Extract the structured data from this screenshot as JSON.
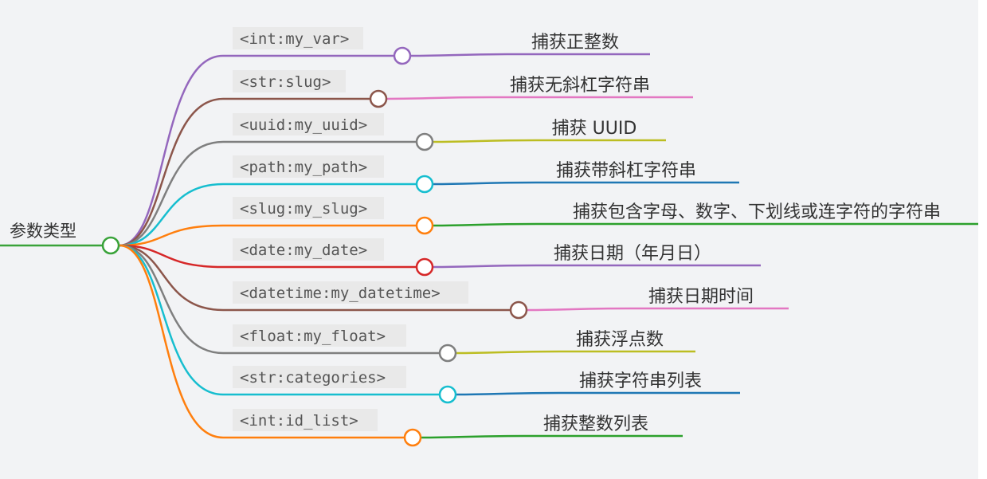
{
  "root": {
    "label": "参数类型",
    "color": "#3aa33a"
  },
  "branches": [
    {
      "code": "<int:my_var>",
      "desc": "捕获正整数",
      "color": "#9467bd",
      "line_color": "#9467bd"
    },
    {
      "code": "<str:slug>",
      "desc": "捕获无斜杠字符串",
      "color": "#8c564b",
      "line_color": "#e377c2"
    },
    {
      "code": "<uuid:my_uuid>",
      "desc": "捕获 UUID",
      "color": "#7f7f7f",
      "line_color": "#bcbd22"
    },
    {
      "code": "<path:my_path>",
      "desc": "捕获带斜杠字符串",
      "color": "#17becf",
      "line_color": "#1f77b4"
    },
    {
      "code": "<slug:my_slug>",
      "desc": "捕获包含字母、数字、下划线或连字符的字符串",
      "color": "#ff7f0e",
      "line_color": "#2ca02c"
    },
    {
      "code": "<date:my_date>",
      "desc": "捕获日期（年月日）",
      "color": "#d62728",
      "line_color": "#9467bd"
    },
    {
      "code": "<datetime:my_datetime>",
      "desc": "捕获日期时间",
      "color": "#8c564b",
      "line_color": "#e377c2"
    },
    {
      "code": "<float:my_float>",
      "desc": "捕获浮点数",
      "color": "#7f7f7f",
      "line_color": "#bcbd22"
    },
    {
      "code": "<str:categories>",
      "desc": "捕获字符串列表",
      "color": "#17becf",
      "line_color": "#1f77b4"
    },
    {
      "code": "<int:id_list>",
      "desc": "捕获整数列表",
      "color": "#ff7f0e",
      "line_color": "#2ca02c"
    }
  ]
}
